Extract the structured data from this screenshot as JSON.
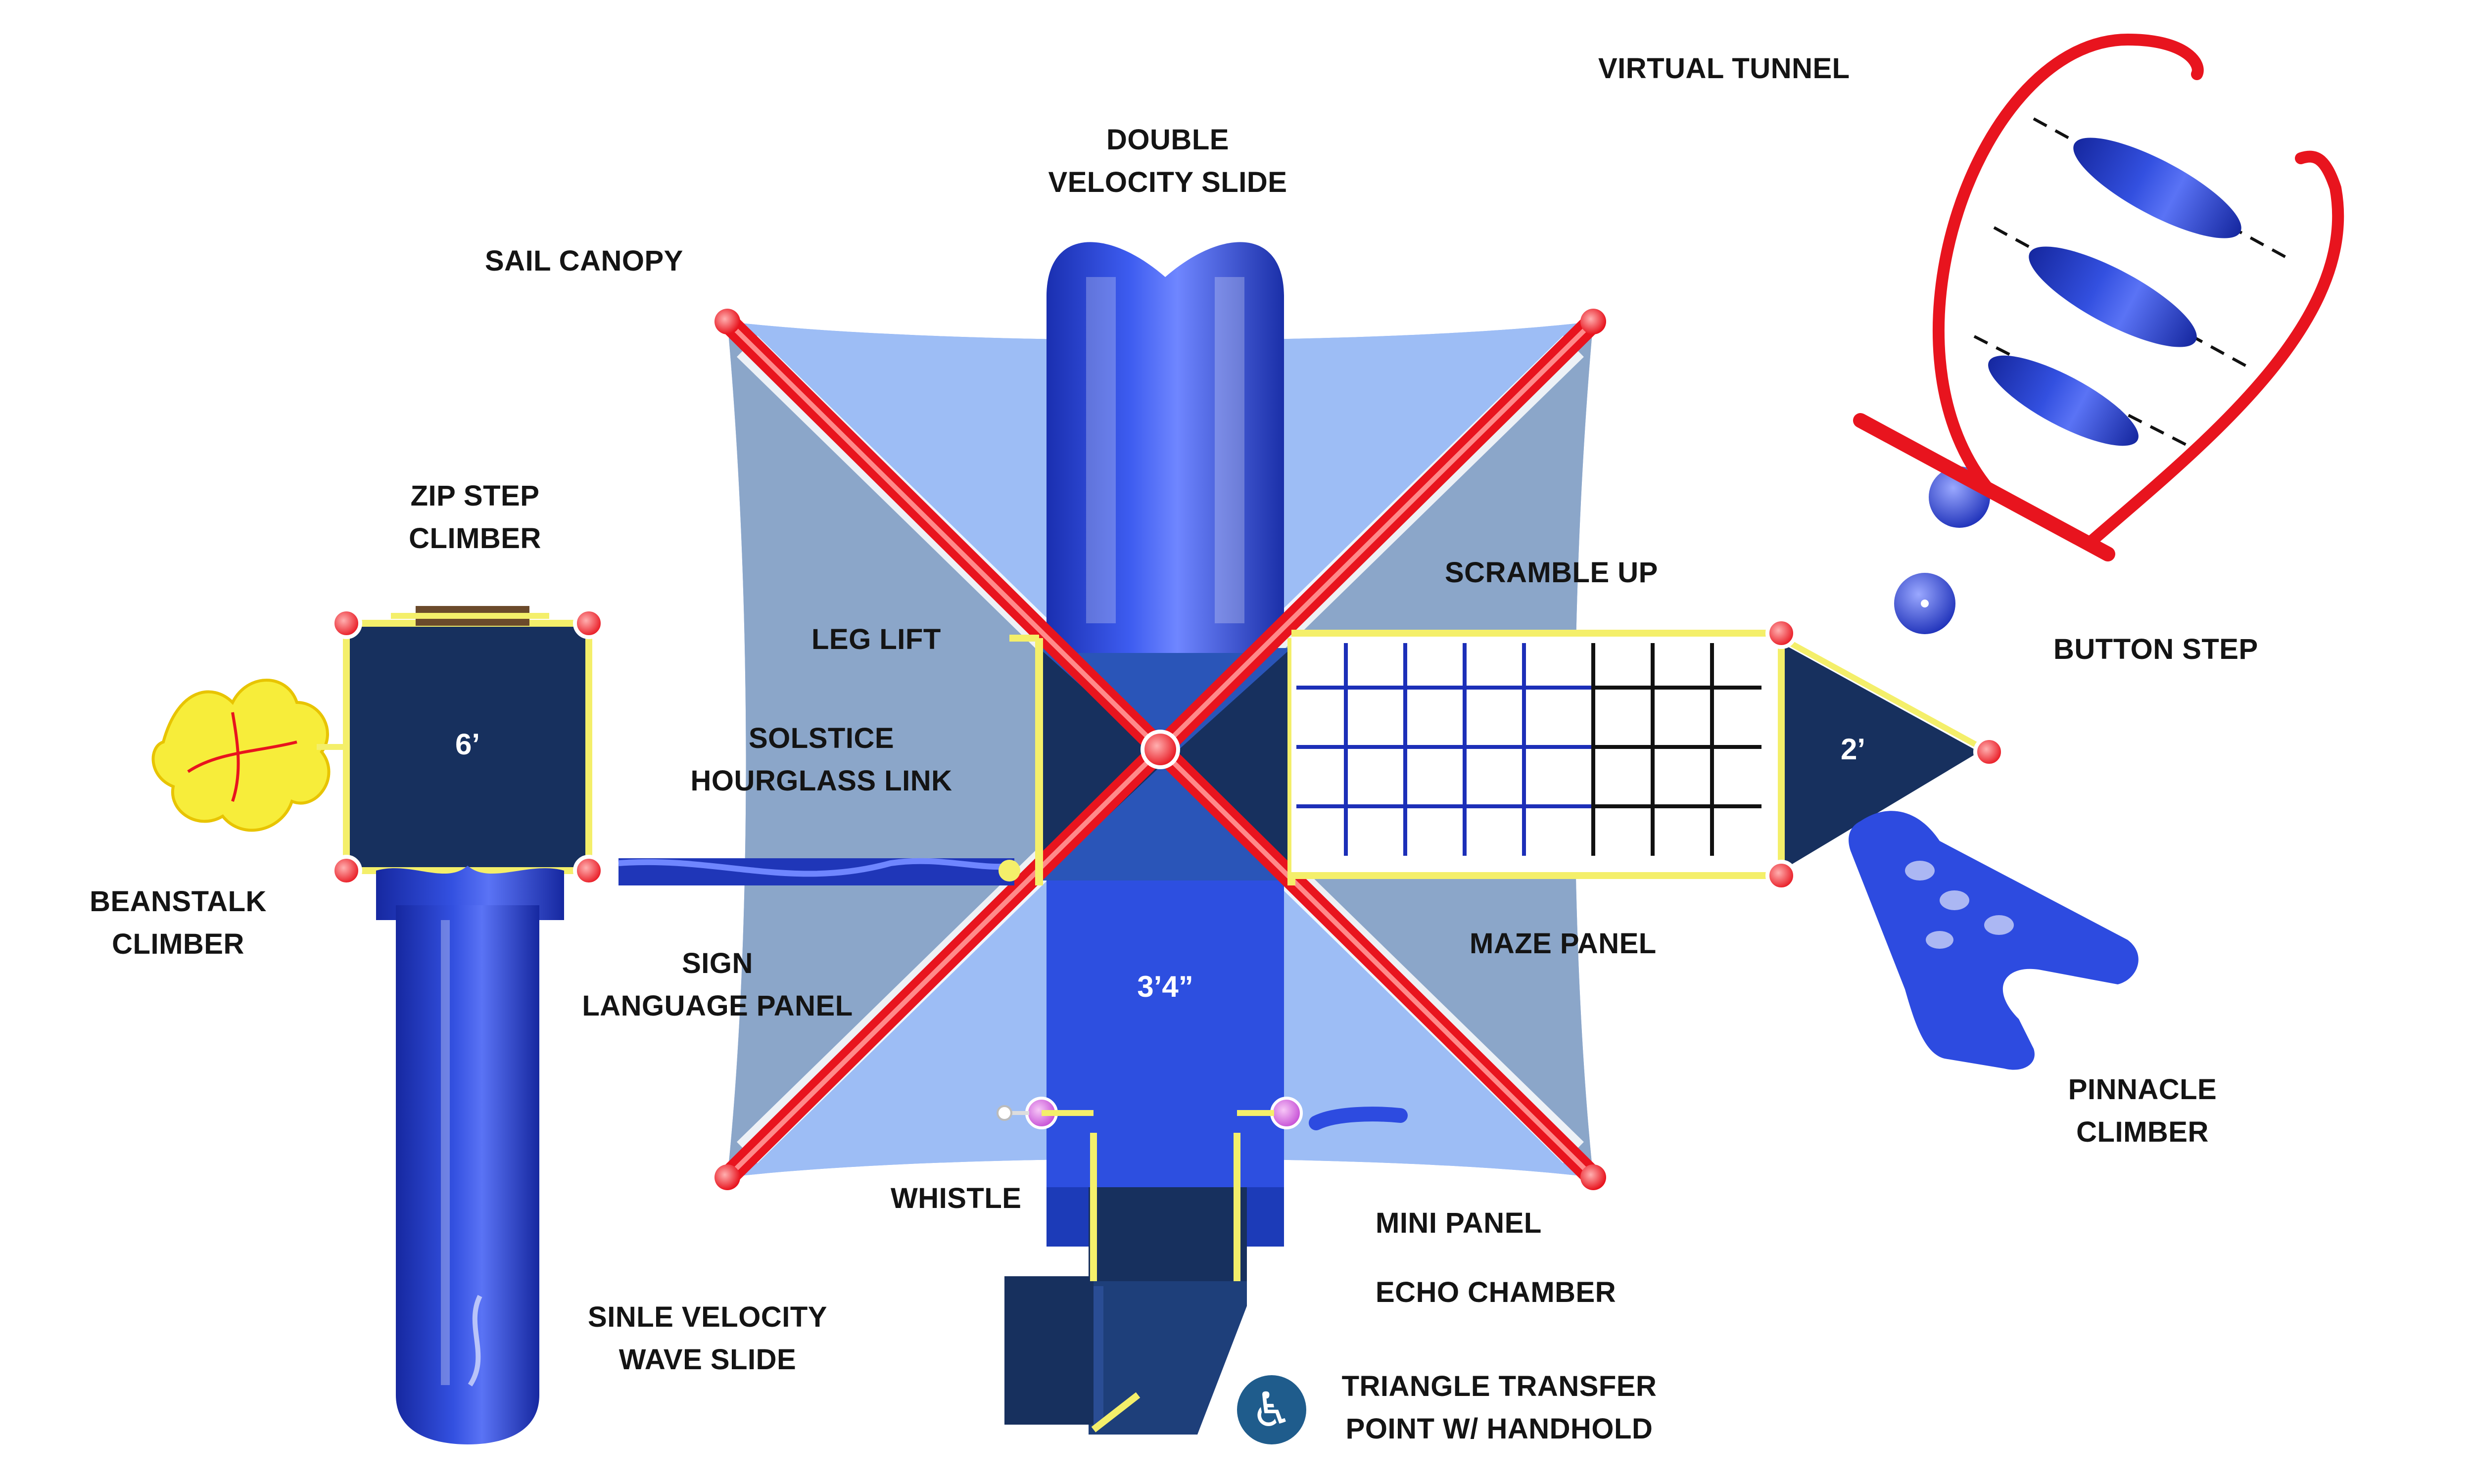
{
  "components": {
    "virtual_tunnel": "VIRTUAL TUNNEL",
    "double_velocity_slide": [
      "DOUBLE",
      "VELOCITY SLIDE"
    ],
    "sail_canopy": "SAIL CANOPY",
    "zip_step_climber": [
      "ZIP STEP",
      "CLIMBER"
    ],
    "scramble_up": "SCRAMBLE UP",
    "leg_lift": "LEG LIFT",
    "button_step": "BUTTON STEP",
    "solstice_hourglass_link": [
      "SOLSTICE",
      "HOURGLASS LINK"
    ],
    "beanstalk_climber": [
      "BEANSTALK",
      "CLIMBER"
    ],
    "sign_language_panel": [
      "SIGN",
      "LANGUAGE PANEL"
    ],
    "maze_panel": "MAZE PANEL",
    "pinnacle_climber": [
      "PINNACLE",
      "CLIMBER"
    ],
    "whistle": "WHISTLE",
    "mini_panel": "MINI PANEL",
    "echo_chamber": "ECHO CHAMBER",
    "single_velocity_wave_slide": [
      "SINLE VELOCITY",
      "WAVE SLIDE"
    ],
    "triangle_transfer_point": [
      "TRIANGLE TRANSFER",
      "POINT W/ HANDHOLD"
    ]
  },
  "deck_heights": {
    "left_deck": "6’",
    "center_deck": "3’4”",
    "right_deck": "2’"
  },
  "icons": {
    "accessibility": "wheelchair-accessibility-icon"
  },
  "colors": {
    "slide_blue": "#2b4bd6",
    "deck_navy": "#17305e",
    "frame_red": "#e8141e",
    "rail_yellow": "#f4ef6a",
    "canopy_light": "#8fb4f2",
    "canopy_grey": "#8ba6c9",
    "access_icon": "#1f5c8c"
  }
}
